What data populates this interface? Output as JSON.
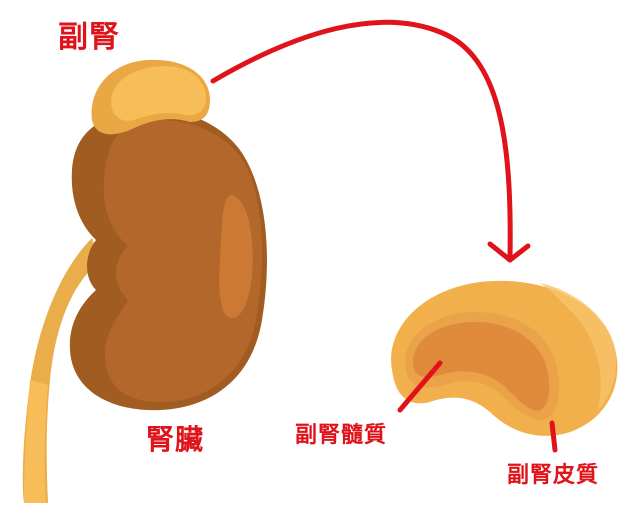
{
  "labels": {
    "adrenal_gland": "副腎",
    "kidney": "腎臟",
    "adrenal_medulla": "副腎髓質",
    "adrenal_cortex": "副腎皮質"
  },
  "colors": {
    "label_red": "#e0131a",
    "arrow_red": "#e0131a",
    "kidney_dark": "#a15c22",
    "kidney_main": "#b3672a",
    "kidney_highlight": "#cc7a33",
    "adrenal_outer": "#f2b04c",
    "adrenal_light": "#f7bd58",
    "adrenal_inner": "#e08a3c",
    "ureter": "#f5b84e"
  }
}
